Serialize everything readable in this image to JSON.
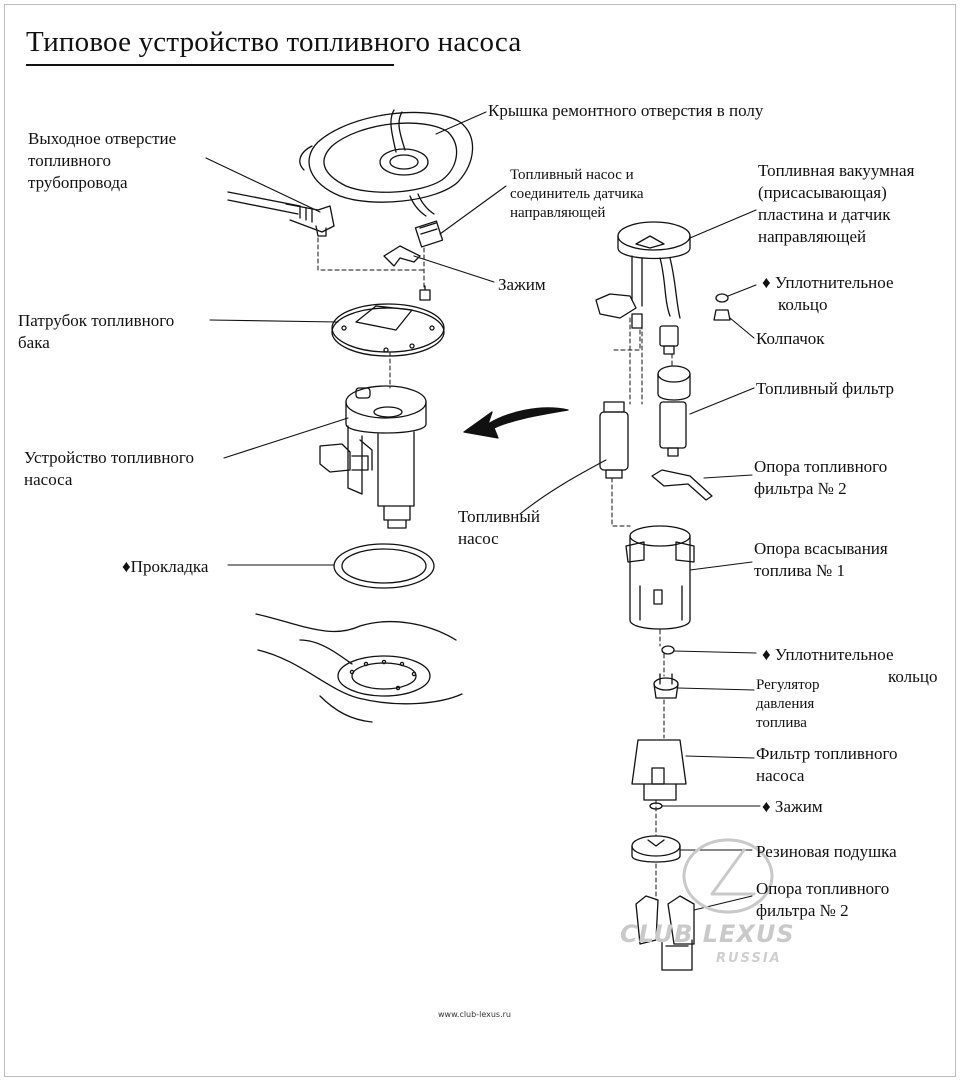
{
  "title": "Типовое устройство топливного насоса",
  "labels": {
    "floor_cover": "Крышка ремонтного отверстия в полу",
    "outlet_1": "Выходное отверстие",
    "outlet_2": "топливного",
    "outlet_3": "трубопровода",
    "pump_connector_1": "Топливный насос и",
    "pump_connector_2": "соединитель датчика",
    "pump_connector_3": "направляющей",
    "vacuum_plate_1": "Топливная вакуумная",
    "vacuum_plate_2": "(присасывающая)",
    "vacuum_plate_3": "пластина и датчик",
    "vacuum_plate_4": "направляющей",
    "clamp_top": "Зажим",
    "seal_top_1": "♦ Уплотнительное",
    "seal_top_2": "кольцо",
    "tank_neck_1": "Патрубок топливного",
    "tank_neck_2": "бака",
    "cap": "Колпачок",
    "fuel_filter": "Топливный фильтр",
    "pump_assembly_1": "Устройство топливного",
    "pump_assembly_2": "насоса",
    "fuel_pump_1": "Топливный",
    "fuel_pump_2": "насос",
    "filter_support_a_1": "Опора топливного",
    "filter_support_a_2": "фильтра № 2",
    "gasket": "♦Прокладка",
    "suction_support_1": "Опора всасывания",
    "suction_support_2": "топлива № 1",
    "seal_bottom_1": "♦ Уплотнительное",
    "seal_bottom_2": "кольцо",
    "regulator_1": "Регулятор",
    "regulator_2": "давления",
    "regulator_3": "топлива",
    "pump_filter_1": "Фильтр топливного",
    "pump_filter_2": "насоса",
    "clamp_bottom": "♦ Зажим",
    "rubber_cushion": "Резиновая подушка",
    "filter_support_b_1": "Опора топливного",
    "filter_support_b_2": "фильтра № 2"
  },
  "footer": {
    "website": "www.club-lexus.ru"
  },
  "watermark": {
    "line1": "CLUB LEXUS",
    "line2": "RUSSIA"
  },
  "colors": {
    "ink": "#111111",
    "watermark": "#c9c9c9",
    "frame": "#bdbdbd"
  }
}
